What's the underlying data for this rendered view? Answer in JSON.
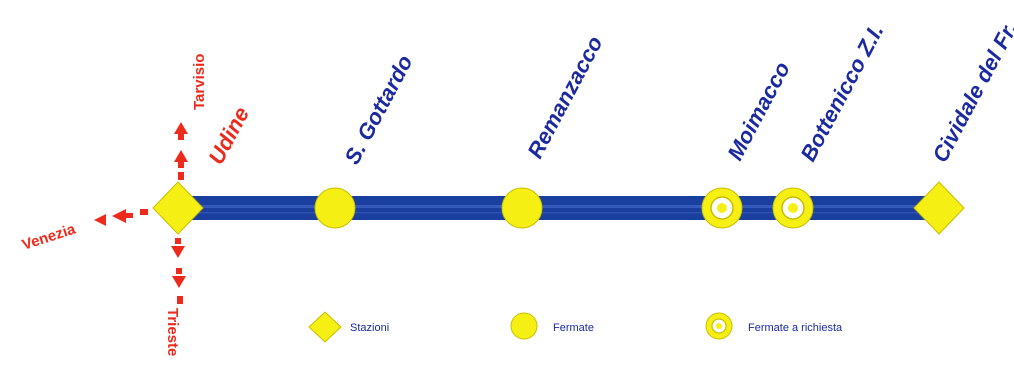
{
  "colors": {
    "line": "#1a3f9e",
    "line_highlight": "#3f66c4",
    "stop_fill": "#f5ef14",
    "stop_stroke": "#c9bf00",
    "station_text": "#1b2aa0",
    "direction": "#ee2a1c",
    "legend_text": "#1b2aa0"
  },
  "line": {
    "origin_station": "Udine",
    "stops": [
      {
        "name": "S. Gottardo",
        "kind": "fermata"
      },
      {
        "name": "Remanzacco",
        "kind": "fermata"
      },
      {
        "name": "Moimacco",
        "kind": "fermata-a-richiesta"
      },
      {
        "name": "Bottenicco Z.I.",
        "kind": "fermata-a-richiesta"
      },
      {
        "name": "Cividale del Fr.",
        "kind": "stazione"
      }
    ]
  },
  "directions": {
    "north": "Tarvisio",
    "west": "Venezia",
    "south": "Trieste"
  },
  "legend": {
    "stazioni": "Stazioni",
    "fermate": "Fermate",
    "fermate_richiesta": "Fermate a richiesta"
  }
}
